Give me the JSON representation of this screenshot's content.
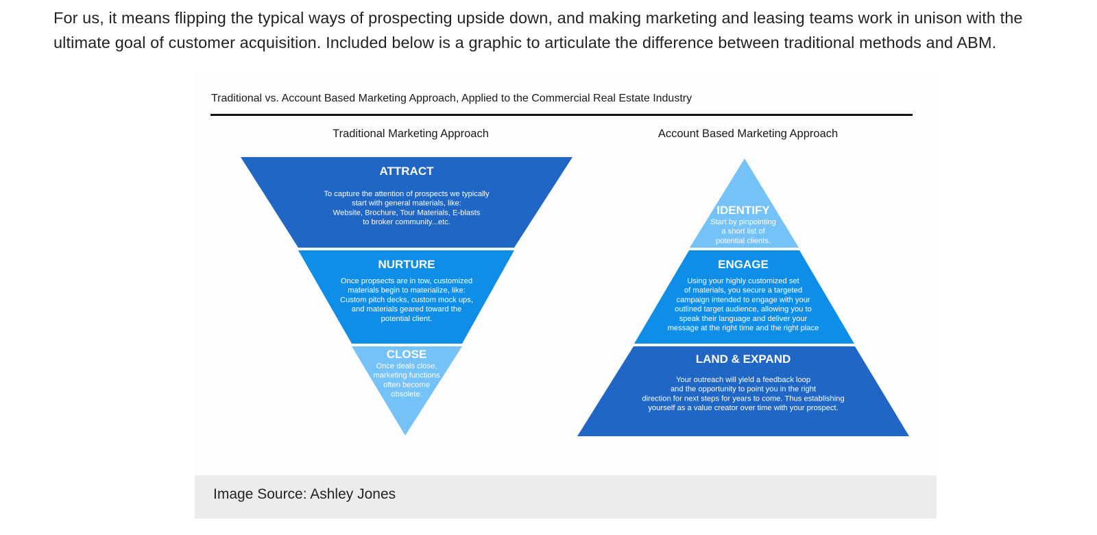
{
  "intro": {
    "paragraph": "For us, it means flipping the typical ways of prospecting upside down, and making marketing and leasing teams work in unison with the ultimate goal of customer acquisition. Included below is a graphic to articulate the difference between traditional methods and ABM."
  },
  "figure": {
    "title": "Traditional vs. Account Based Marketing Approach, Applied to the Commercial Real Estate Industry",
    "left_heading": "Traditional Marketing Approach",
    "right_heading": "Account Based Marketing Approach",
    "colors": {
      "dark_blue": "#1f66c5",
      "mid_blue": "#0f8ee8",
      "light_blue": "#74c2f7"
    },
    "traditional": [
      {
        "title": "ATTRACT",
        "lines": [
          "To capture the attention of prospects we typically",
          "start with general materials, like:",
          "Website, Brochure, Tour Materials, E-blasts",
          "to broker community...etc."
        ]
      },
      {
        "title": "NURTURE",
        "lines": [
          "Once propsects are in tow, customized",
          "materials begin to materialize, like:",
          "Custom pitch decks, custom mock ups,",
          "and materials geared toward the",
          "potential client."
        ]
      },
      {
        "title": "CLOSE",
        "lines": [
          "Once deals close,",
          "marketing functions",
          "often become",
          "obsolete."
        ]
      }
    ],
    "abm": [
      {
        "title": "IDENTIFY",
        "lines": [
          "Start by pinpointing",
          "a short list of",
          "potential clients."
        ]
      },
      {
        "title": "ENGAGE",
        "lines": [
          "Using your highly customized set",
          "of materials, you secure a targeted",
          "campaign intended to engage with your",
          "outlined target audience, allowing you to",
          "speak their language and deliver your",
          "message at the right time and the right place"
        ]
      },
      {
        "title": "LAND & EXPAND",
        "lines": [
          "Your outreach will yield a feedback loop",
          "and the opportunity to point you in the right",
          "direction for next steps for years to come. Thus establishing",
          "yourself as a value creator over time with your prospect."
        ]
      }
    ]
  },
  "caption": {
    "text": "Image Source: Ashley Jones"
  }
}
